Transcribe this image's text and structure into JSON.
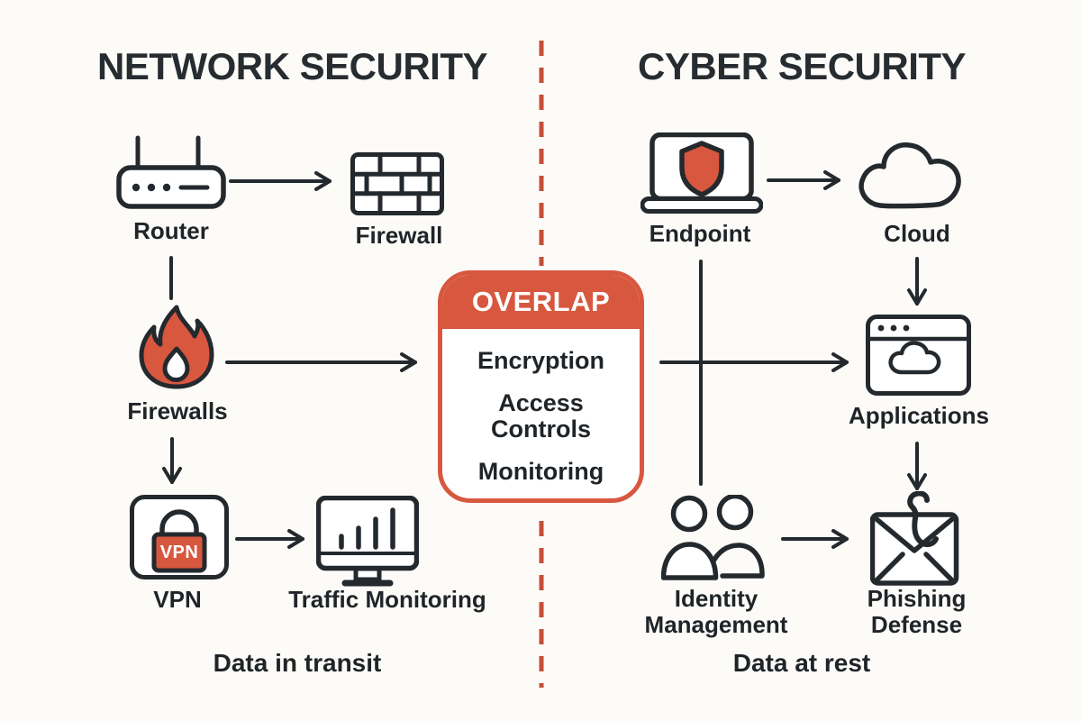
{
  "colors": {
    "accent": "#D8573F",
    "divider": "#C44E39",
    "ink": "#24292E",
    "background": "#FCFBF8",
    "panel": "#FFFFFF"
  },
  "header": {
    "left_title": "NETWORK SECURITY",
    "right_title": "CYBER SECURITY"
  },
  "network_security": {
    "labels": {
      "router": "Router",
      "firewall": "Firewall",
      "firewalls": "Firewalls",
      "vpn": "VPN",
      "traffic_monitoring": "Traffic Monitoring"
    },
    "vpn_badge": "VPN",
    "footer": "Data in transit"
  },
  "overlap": {
    "title": "OVERLAP",
    "items": [
      "Encryption",
      "Access\nControls",
      "Monitoring"
    ]
  },
  "cyber_security": {
    "labels": {
      "endpoint": "Endpoint",
      "cloud": "Cloud",
      "applications": "Applications",
      "identity_management": "Identity\nManagement",
      "phishing_defense": "Phishing\nDefense"
    },
    "footer": "Data at rest"
  },
  "icons": {
    "router": "router-icon",
    "firewall": "firewall-brick-icon",
    "firewalls": "flame-icon",
    "vpn": "vpn-lock-icon",
    "traffic_monitoring": "traffic-monitor-icon",
    "endpoint": "laptop-shield-icon",
    "cloud": "cloud-icon",
    "applications": "applications-window-icon",
    "identity_management": "identity-users-icon",
    "phishing_defense": "phishing-envelope-icon"
  }
}
